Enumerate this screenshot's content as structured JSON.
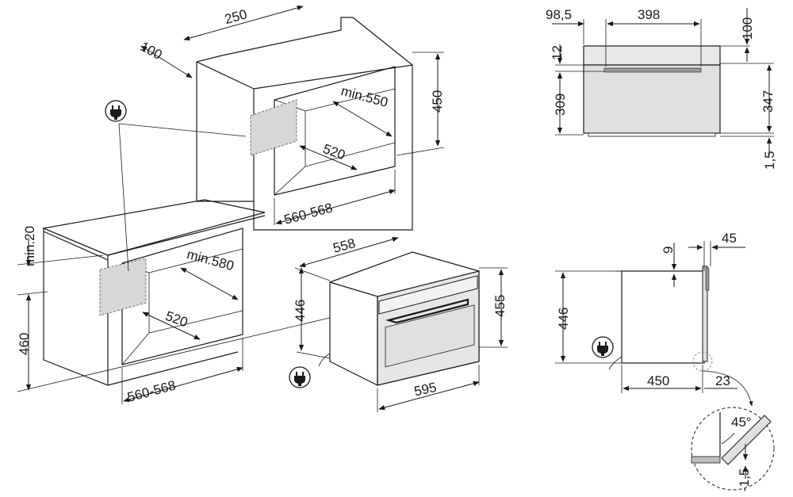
{
  "dimensions": {
    "upper_depth": "250",
    "upper_side_offset": "100",
    "upper_niche_height": "450",
    "upper_niche_depth": "min.550",
    "upper_niche_inner": "520",
    "upper_niche_width": "560-568",
    "lower_min_gap": "min.20",
    "lower_niche_height": "460",
    "lower_niche_depth": "min.580",
    "lower_niche_inner": "520",
    "lower_niche_width": "560-568",
    "oven_depth": "558",
    "oven_height_front": "446",
    "oven_height_total": "455",
    "oven_width": "595",
    "front_left": "98,5",
    "front_handle_width": "398",
    "front_top_gap": "100",
    "front_top": "12",
    "front_body": "309",
    "front_total": "347",
    "front_bottom": "1,5",
    "side_gap": "9",
    "side_front": "45",
    "side_height": "446",
    "side_depth": "450",
    "side_detail": "23",
    "detail_angle": "45°",
    "detail_offset": "-1,5"
  },
  "icons": [
    "plug-icon"
  ]
}
